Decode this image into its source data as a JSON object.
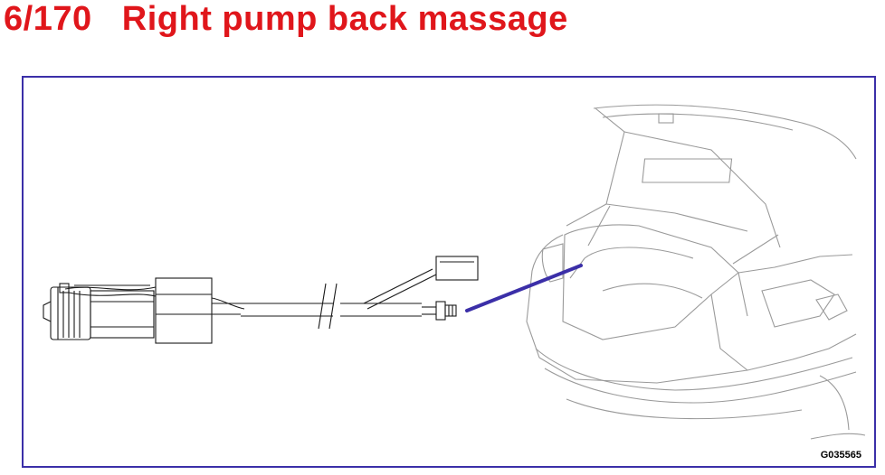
{
  "header": {
    "number": "6/170",
    "title": "Right pump back massage"
  },
  "figure": {
    "code": "G035565",
    "pointer_color": "#3b2fa8",
    "frame_color": "#3b2fa8",
    "car_line_color": "#9a9a9a",
    "part_line_color": "#1a1a1a"
  },
  "colors": {
    "title": "#e0161b"
  }
}
